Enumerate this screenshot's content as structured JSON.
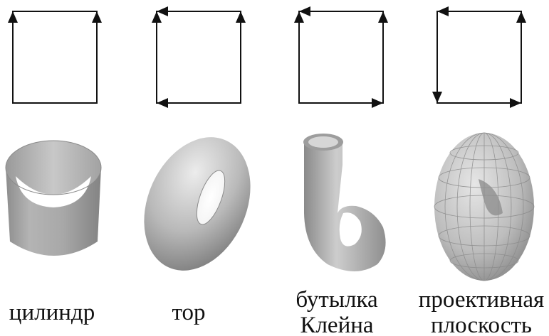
{
  "surfaces": [
    {
      "id": "cylinder",
      "label_lines": [
        "цилиндр"
      ],
      "edges": {
        "left": "up",
        "right": "up",
        "top": "none",
        "bottom": "none"
      }
    },
    {
      "id": "torus",
      "label_lines": [
        "тор"
      ],
      "edges": {
        "left": "up",
        "right": "up",
        "top": "left",
        "bottom": "left"
      }
    },
    {
      "id": "klein-bottle",
      "label_lines": [
        "бутылка",
        "Клейна"
      ],
      "edges": {
        "left": "up",
        "right": "up",
        "top": "left",
        "bottom": "right"
      }
    },
    {
      "id": "projective-plane",
      "label_lines": [
        "проективная",
        "плоскость"
      ],
      "edges": {
        "left": "down",
        "right": "up",
        "top": "left",
        "bottom": "right"
      }
    }
  ]
}
